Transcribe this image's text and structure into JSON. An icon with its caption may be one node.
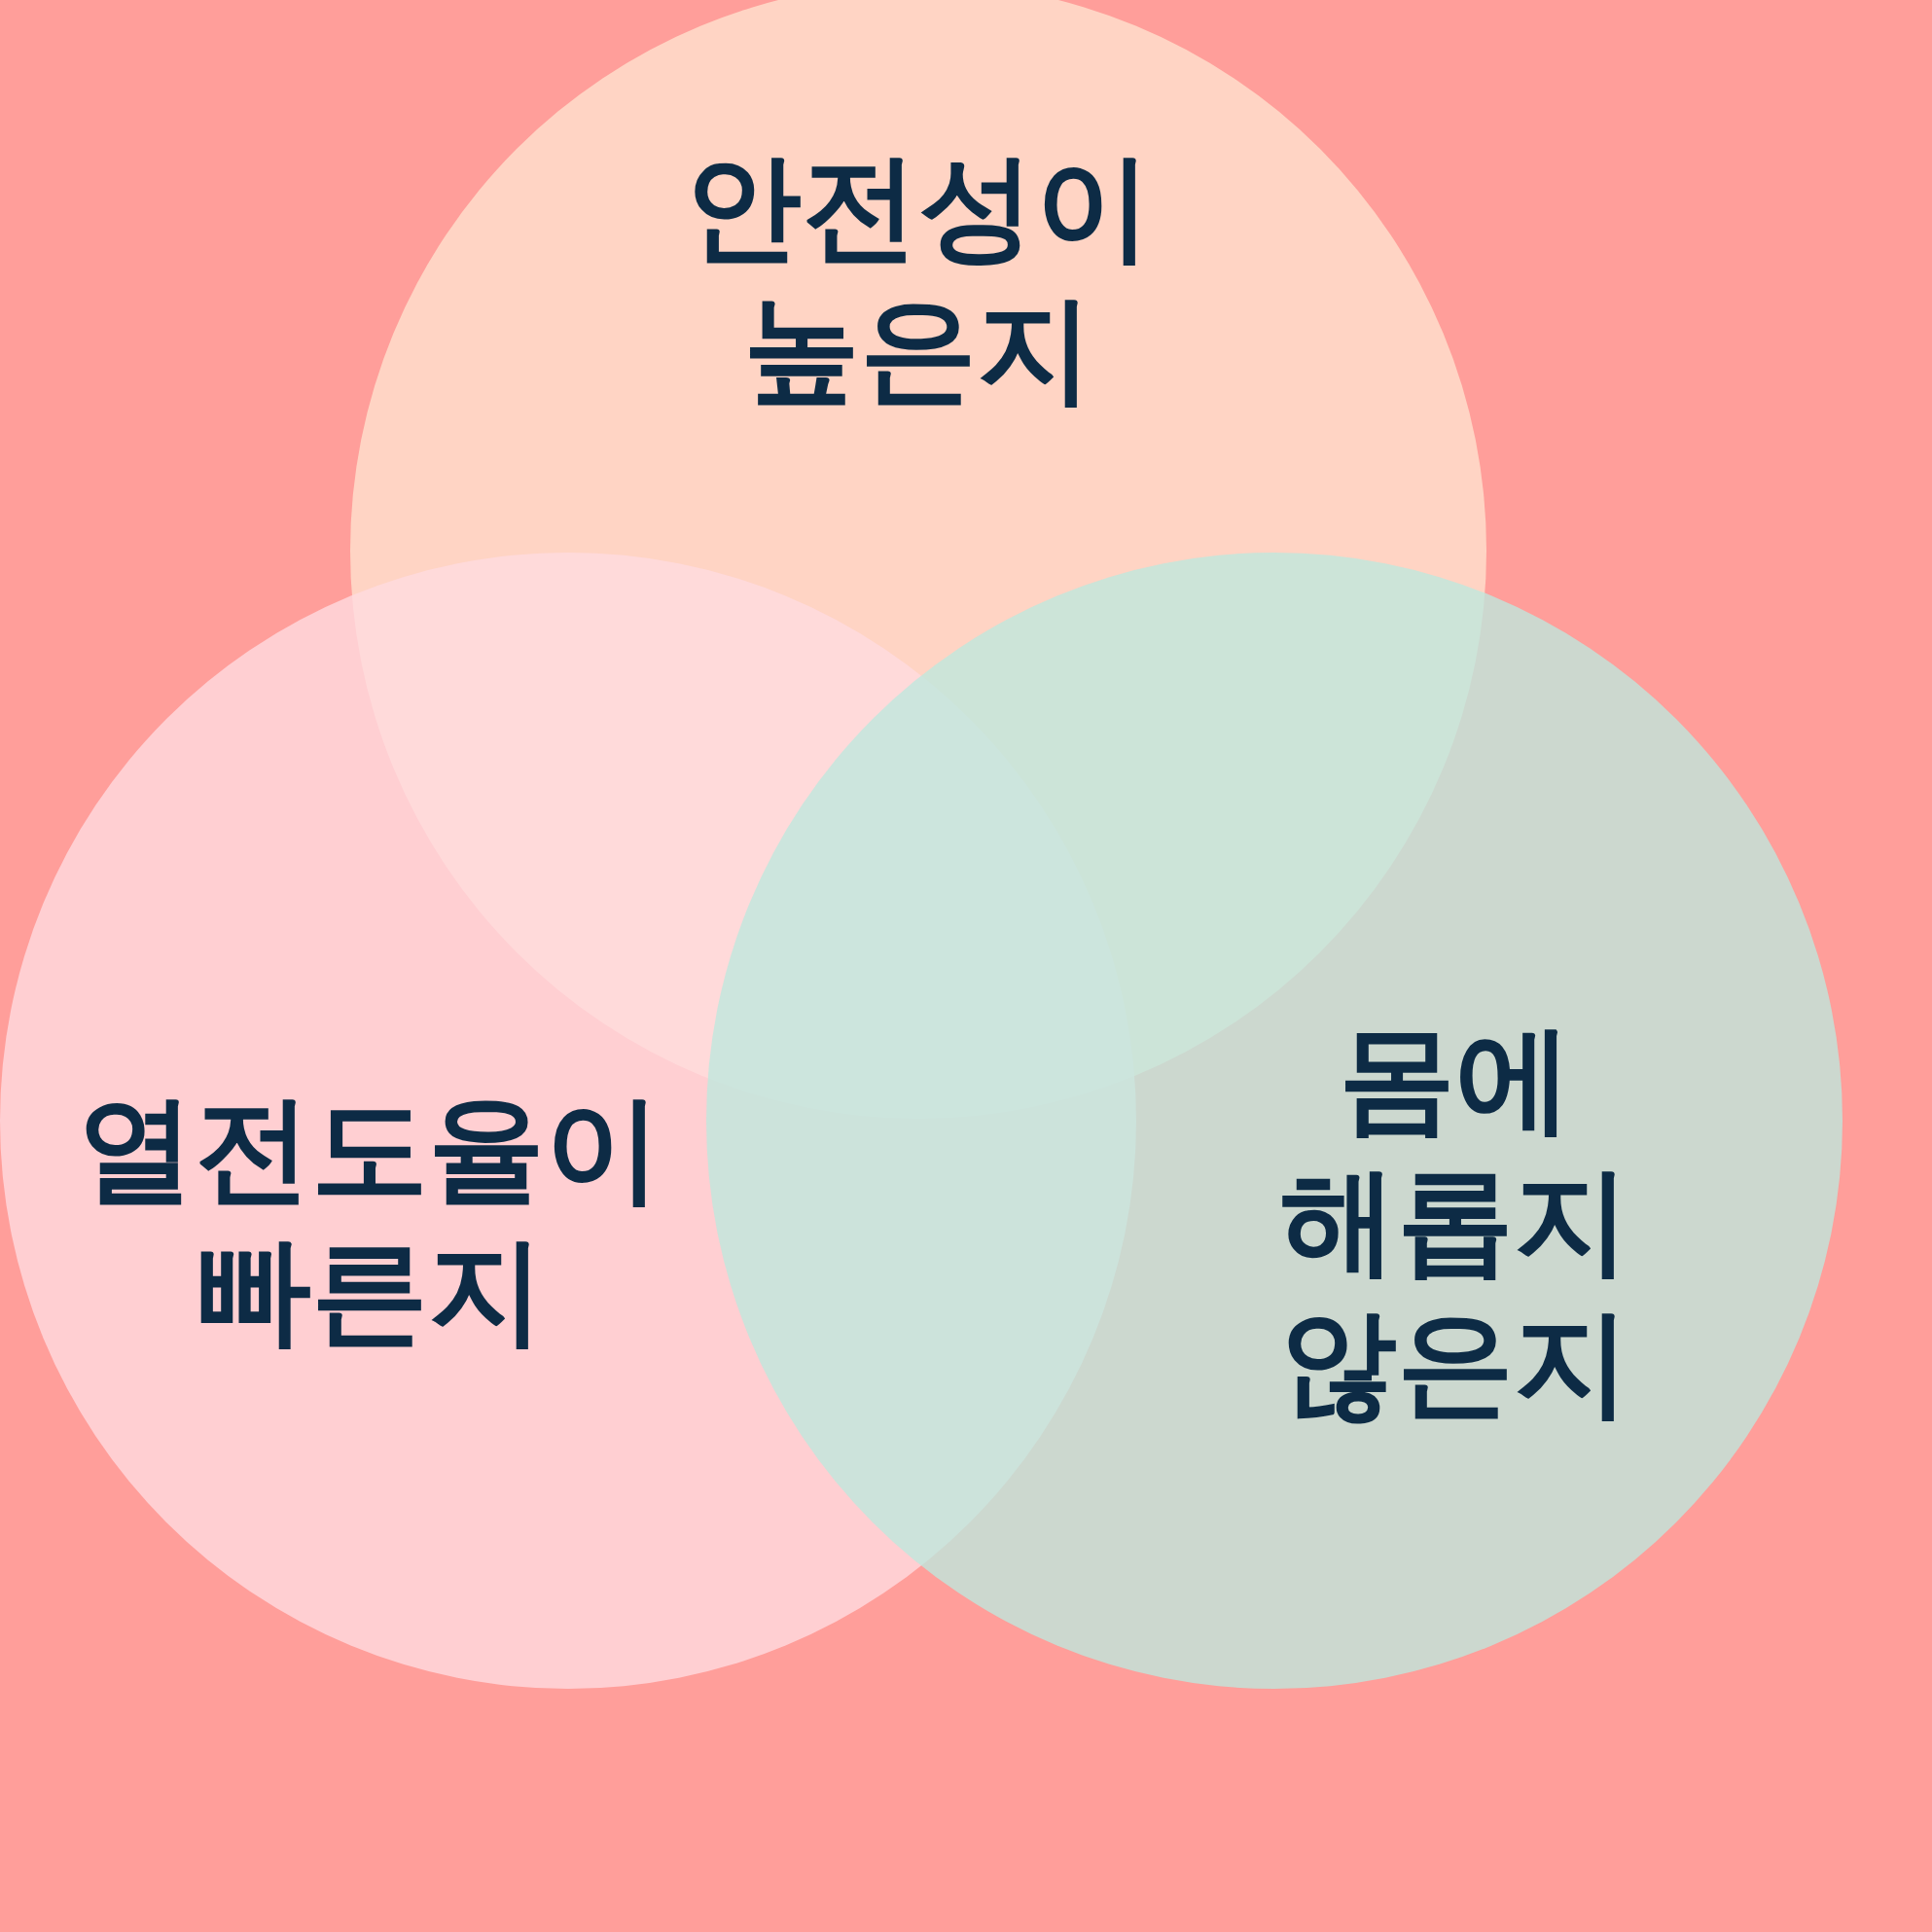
{
  "diagram": {
    "nodes": [
      {
        "text": [
          "안전성이 높은지"
        ]
      },
      {
        "text": [
          "열전도율이 빠른지"
        ]
      },
      {
        "text": [
          "몸에 해롭지 않은지"
        ]
      }
    ]
  }
}
